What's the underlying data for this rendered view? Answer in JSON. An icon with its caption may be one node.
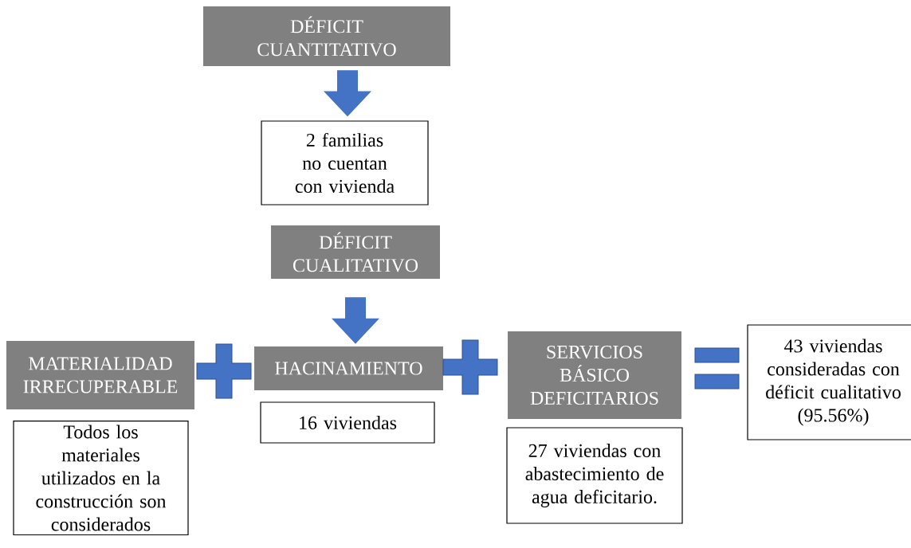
{
  "diagram": {
    "nodes": [
      {
        "text": [
          "DÉFICIT CUANTITATIVO"
        ]
      },
      {
        "text": [
          "2 familias no cuentan con vivienda"
        ]
      },
      {
        "text": [
          "DÉFICIT CUALITATIVO"
        ]
      },
      {
        "text": [
          "MATERIALIDAD IRRECUPERABLE"
        ]
      },
      {
        "text": [
          "HACINAMIENTO"
        ]
      },
      {
        "text": [
          "SERVICIOS BÁSICO DEFICITARIOS"
        ]
      },
      {
        "text": [
          "43 viviendas consideradas con déficit cualitativo (95.56%)"
        ]
      },
      {
        "text": [
          "Todos los materiales utilizados en la construcción son considerados"
        ]
      },
      {
        "text": [
          "16 viviendas"
        ]
      },
      {
        "text": [
          "27 viviendas con abastecimiento de agua deficitario."
        ]
      }
    ],
    "edges": [
      {
        "from": 0,
        "to": 1,
        "arrow": "to"
      },
      {
        "from": 2,
        "to": 4,
        "arrow": "to"
      }
    ]
  }
}
